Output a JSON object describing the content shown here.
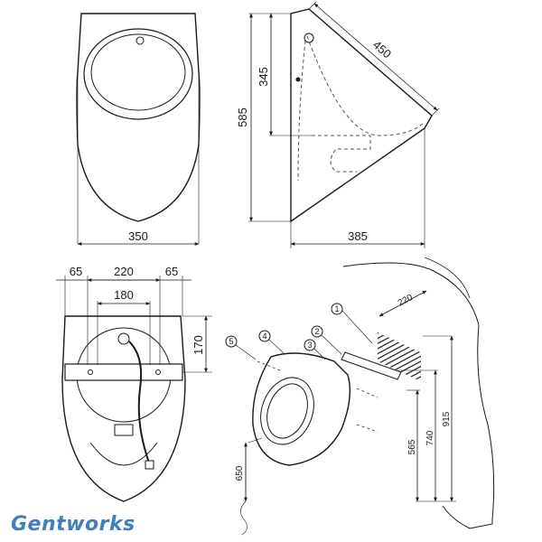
{
  "brand": {
    "name": "Gentworks",
    "color": "#3f7fc0"
  },
  "front_view": {
    "width": "350",
    "height": "585"
  },
  "side_view": {
    "depth": "450",
    "inlet_height": "345",
    "projection": "385"
  },
  "rear_view": {
    "left_offset": "65",
    "center_width": "220",
    "right_offset": "65",
    "bracket_spacing": "180",
    "bracket_height": "170"
  },
  "install_view": {
    "bracket_width": "220",
    "heights": [
      "915",
      "740",
      "565"
    ],
    "floor_height": "650",
    "callouts": [
      "1",
      "2",
      "3",
      "4",
      "5"
    ]
  },
  "colors": {
    "line": "#1a1a1a",
    "dashed": "#555555",
    "fill": "#ffffff"
  }
}
